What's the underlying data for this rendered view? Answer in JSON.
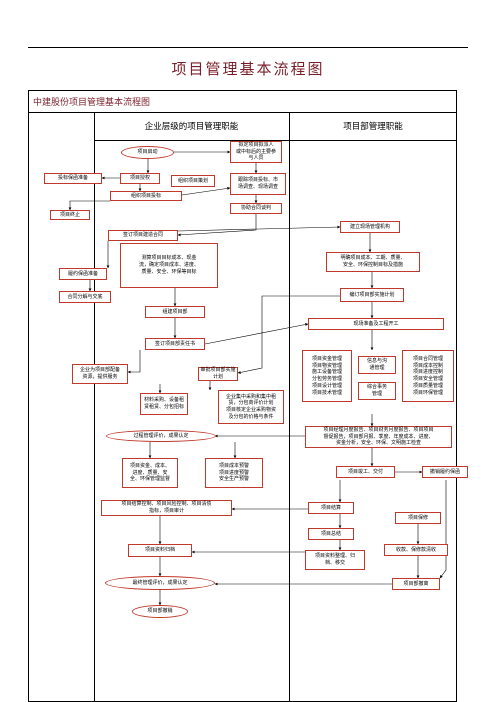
{
  "doc": {
    "title": "项目管理基本流程图",
    "frame_title": "中建股份项目管理基本流程图",
    "col_left": "企业层级的项目管理职能",
    "col_right": "项目部管理职能"
  },
  "nodes": {
    "project_start": "项目启动",
    "tender_prep": "投标保函准备",
    "project_authorize": "项目授权",
    "org_plan": "组织项目策划",
    "form_bid_team": "组织项目投标",
    "project_stop": "项目终止",
    "sign_contract": "签订项目建造合同",
    "perf_bond": "履约保函准备",
    "contract_handover": "合同分解与交底",
    "measure_targets": "测算项目目标成本、现金\n流，确定项目成本、进度、\n质量、安全、环保等目标",
    "form_dept": "组建项目部",
    "sign_resp": "签订项目部责任书",
    "enterprise_service": "企业为项目部配备\n资源，提供服务",
    "material_purchase": "材料采购、设备租\n赁租赁、分包招标",
    "approve_plan": "审批项目部实施计划",
    "central_purchase": "企业集中采购和集中租\n赁，分包商评价计划\n项目核定企业采购物资\n及分包的价格与条件",
    "process_eval": "过程管理评价，成果认定",
    "contract_check": "项目资金、成本、\n进度、质量、安\n全、环保管理监督",
    "cost_warning": "项目成本预警\n项目进度预警\n安全生产预警",
    "settlement": "项目结算控制、项目风险控制、项目清债\n指标，项目审计",
    "archive": "项目资料归档",
    "final_eval": "最终管理评价，成果认定",
    "dept_dissolve": "项目部撤销",
    "proposal": "拟定项目拟派人\n或中标后的主要参\n与人员",
    "tender_docs": "跟踪项目投标、市\n场调查、现场调查",
    "contract_review": "协助合同谈判",
    "site_org": "建立现场管理机构",
    "prep_targets": "明确项目成本、工期、质量、\n安全、环保控制目标及措施",
    "prep_plan": "编订项目部实施计划",
    "site_prep": "现场准备及工程开工",
    "mgmt_left": "项目资金管理\n项目物资管理\n施工设备管理\n分包劳务管理\n项目设计管理\n项目技术管理",
    "info_comm": "信息与沟\n通管理",
    "comprehensive": "综合事务\n管理",
    "mgmt_right": "项目合同管理\n项目成本控制\n项目进度控制\n项目安全管理\n项目质量管理\n项目环保管理",
    "process_report": "项目经理月度报告、项目财务月度报告、项目项目\n督促报告，项目部月报、季度、年度成本、进度、\n资金分析，安全、环保、文明施工检查",
    "completion": "项目竣工、交付",
    "release_bond": "撤销履约保函",
    "settle": "项目结算",
    "warranty": "项目保修",
    "summary": "项目总结",
    "data_archive": "项目资料整理、归\n档、移交",
    "receivables": "收款、保修款清收",
    "dissolve_right": "项目部撤离"
  }
}
